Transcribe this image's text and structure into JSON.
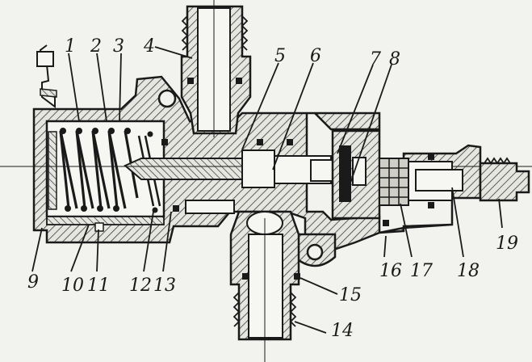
{
  "labels": {
    "l1": "1",
    "l2": "2",
    "l3": "3",
    "l4": "4",
    "l5": "5",
    "l6": "6",
    "l7": "7",
    "l8": "8",
    "l9": "9",
    "l10": "10",
    "l11": "11",
    "l12": "12",
    "l13": "13",
    "l14": "14",
    "l15": "15",
    "l16": "16",
    "l17": "17",
    "l18": "18",
    "l19": "19"
  },
  "colors": {
    "ink": "#1a1a1a",
    "paper": "#f2f2ee",
    "hatch": "#3a3a3a"
  }
}
